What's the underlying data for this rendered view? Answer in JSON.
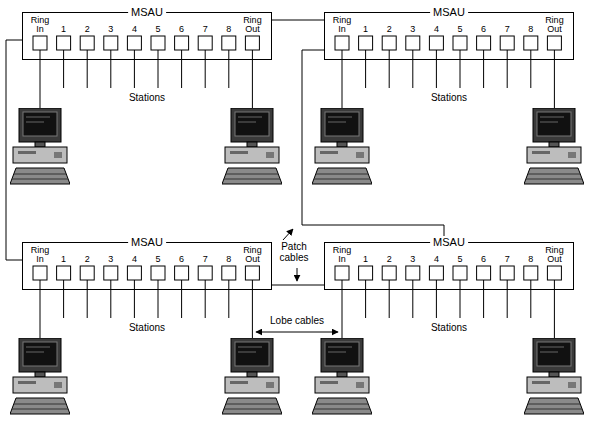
{
  "diagram": {
    "nodes": [
      {
        "text": [
          "MSAU"
        ]
      },
      {
        "text": [
          "MSAU"
        ]
      },
      {
        "text": [
          "MSAU"
        ]
      },
      {
        "text": [
          "MSAU"
        ]
      }
    ],
    "edges": [
      {
        "from": 0,
        "to": 1,
        "arrow": "none"
      },
      {
        "from": 1,
        "to": 3,
        "arrow": "none"
      },
      {
        "from": 3,
        "to": 2,
        "arrow": "none"
      },
      {
        "from": 2,
        "to": 0,
        "arrow": "none"
      }
    ],
    "labels": [
      "Ring In",
      "1",
      "2",
      "3",
      "4",
      "5",
      "6",
      "7",
      "8",
      "Ring Out",
      "Stations",
      "Ring In",
      "1",
      "2",
      "3",
      "4",
      "5",
      "6",
      "7",
      "8",
      "Ring Out",
      "Stations",
      "Ring In",
      "1",
      "2",
      "3",
      "4",
      "5",
      "6",
      "7",
      "8",
      "Ring Out",
      "Stations",
      "Ring In",
      "1",
      "2",
      "3",
      "4",
      "5",
      "6",
      "7",
      "8",
      "Ring Out",
      "Stations",
      "Patch cables",
      "Lobe cables"
    ]
  }
}
